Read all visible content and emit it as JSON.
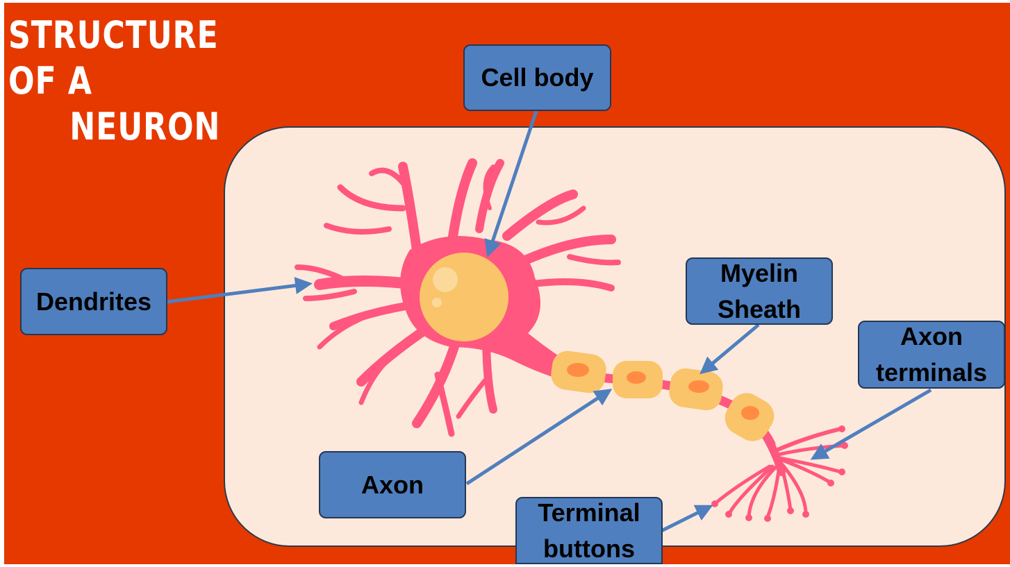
{
  "title": {
    "line1": "Structure of a",
    "line2": "neuron"
  },
  "labels": {
    "cell_body": "Cell body",
    "dendrites": "Dendrites",
    "myelin_line1": "Myelin",
    "myelin_line2": "Sheath",
    "axon_terminals_line1": "Axon",
    "axon_terminals_line2": "terminals",
    "axon": "Axon",
    "terminal_buttons_line1": "Terminal",
    "terminal_buttons_line2": "buttons"
  },
  "colors": {
    "background": "#e63900",
    "panel": "#fde9dc",
    "neuron": "#ff577f",
    "cell_body": "#f9c46a",
    "label_fill": "#4f7fbe",
    "arrow": "#4f7fbe"
  }
}
